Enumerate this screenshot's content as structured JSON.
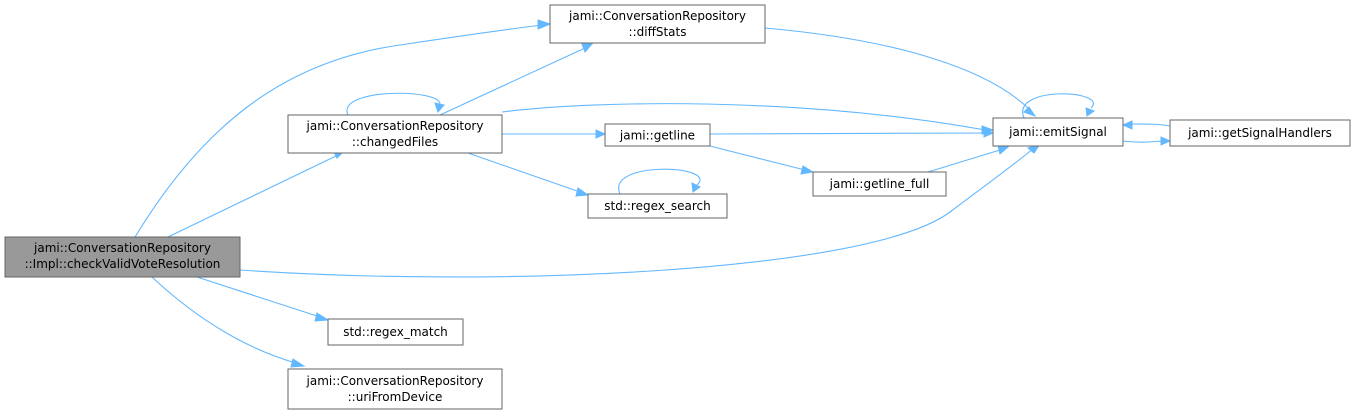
{
  "colors": {
    "edge": "#63b8ff",
    "root_fill": "#999999",
    "node_fill": "#ffffff",
    "node_border": "#666666"
  },
  "nodes": {
    "root": {
      "line1": "jami::ConversationRepository",
      "line2": "::Impl::checkValidVoteResolution"
    },
    "diffStats": {
      "line1": "jami::ConversationRepository",
      "line2": "::diffStats"
    },
    "changedFiles": {
      "line1": "jami::ConversationRepository",
      "line2": "::changedFiles"
    },
    "getline": {
      "label": "jami::getline"
    },
    "regex_search": {
      "label": "std::regex_search"
    },
    "getline_full": {
      "label": "jami::getline_full"
    },
    "emitSignal": {
      "label": "jami::emitSignal"
    },
    "getSignalHandlers": {
      "label": "jami::getSignalHandlers"
    },
    "regex_match": {
      "label": "std::regex_match"
    },
    "uriFromDevice": {
      "line1": "jami::ConversationRepository",
      "line2": "::uriFromDevice"
    }
  }
}
